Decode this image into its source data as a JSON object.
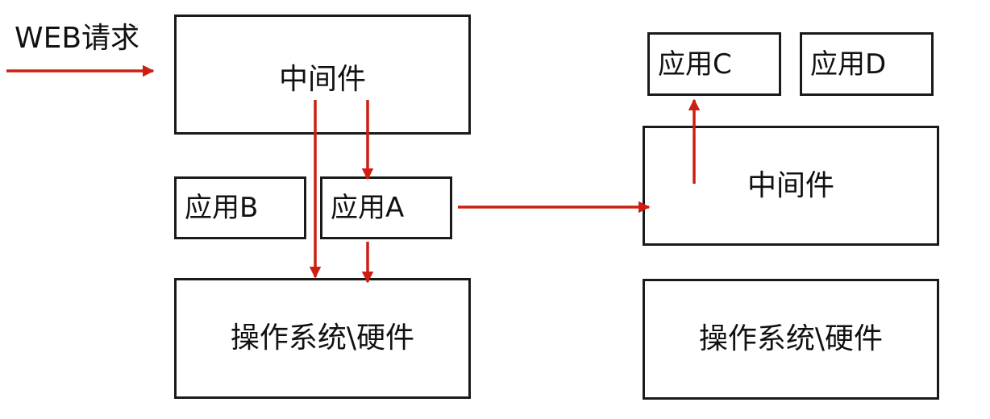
{
  "web_request_label": "WEB请求",
  "left_stack": {
    "middleware_label": "中间件",
    "app_b_label": "应用B",
    "app_a_label": "应用A",
    "os_hardware_label": "操作系统\\硬件"
  },
  "right_stack": {
    "app_c_label": "应用C",
    "app_d_label": "应用D",
    "middleware_label": "中间件",
    "os_hardware_label": "操作系统\\硬件"
  },
  "colors": {
    "arrow": "#cc1f12",
    "border": "#1a1a1a"
  }
}
